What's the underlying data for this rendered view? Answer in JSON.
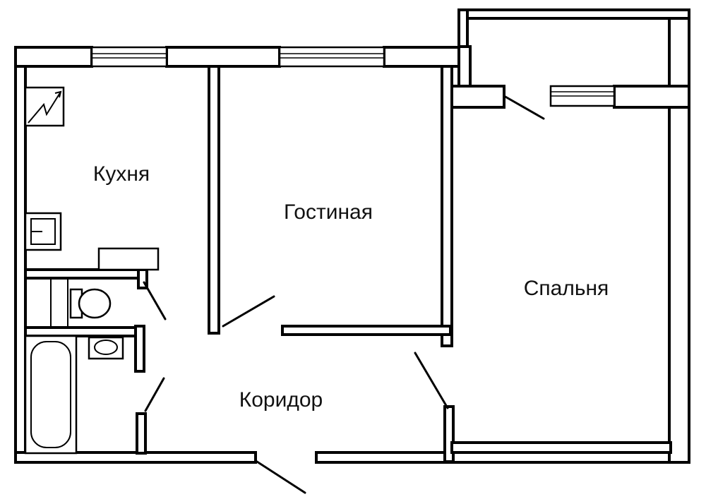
{
  "rooms": {
    "kitchen": "Кухня",
    "living": "Гостиная",
    "bedroom": "Спальня",
    "corridor": "Коридор"
  },
  "colors": {
    "wall": "#000000",
    "background": "#ffffff",
    "label": "#111111"
  }
}
